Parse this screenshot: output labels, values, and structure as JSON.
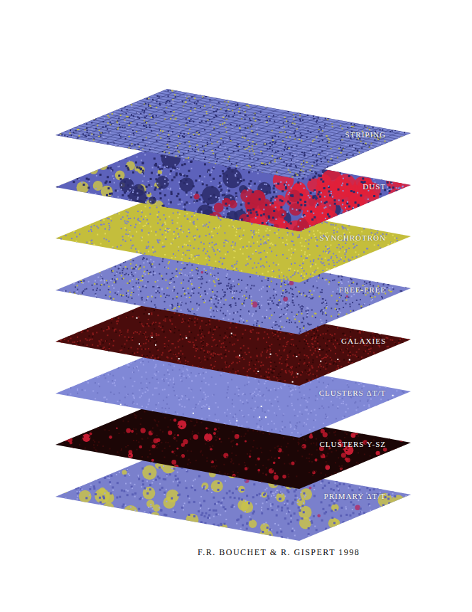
{
  "diagram": {
    "caption": "F.R. BOUCHET & R. GISPERT 1998",
    "nodes": [
      {
        "text": [
          "STRIPING"
        ]
      },
      {
        "text": [
          "DUST"
        ]
      },
      {
        "text": [
          "SYNCHROTRON"
        ]
      },
      {
        "text": [
          "FREE-FREE"
        ]
      },
      {
        "text": [
          "GALAXIES"
        ]
      },
      {
        "text": [
          "CLUSTERS ΔT/T"
        ]
      },
      {
        "text": [
          "CLUSTERS Y-SZ"
        ]
      },
      {
        "text": [
          "PRIMARY ΔT/T"
        ]
      }
    ]
  }
}
